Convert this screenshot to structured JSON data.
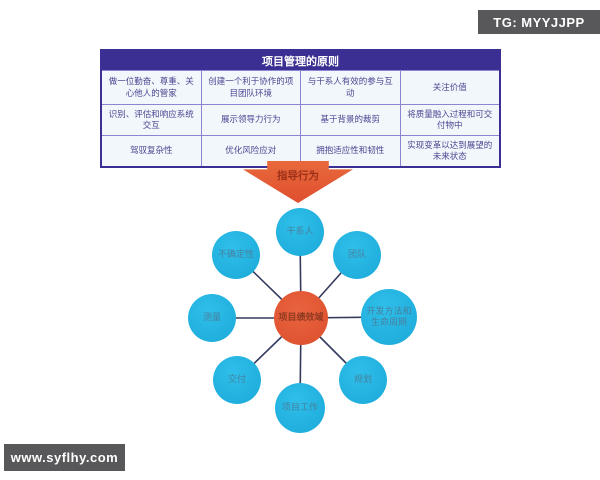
{
  "badges": {
    "tg": "TG: MYYJJPP",
    "site": "www.syflhy.com"
  },
  "principles_table": {
    "title": "项目管理的原则",
    "rows": [
      [
        "做一位勤奋、尊重、关心他人的管家",
        "创建一个利于协作的项目团队环境",
        "与干系人有效的参与互动",
        "关注价值"
      ],
      [
        "识别、评估和响应系统交互",
        "展示领导力行为",
        "基于背景的裁剪",
        "将质量融入过程和可交付物中"
      ],
      [
        "驾驭复杂性",
        "优化风险应对",
        "拥抱适应性和韧性",
        "实现变革以达到展望的未来状态"
      ]
    ]
  },
  "arrow": {
    "label": "指导行为"
  },
  "performance_domains": {
    "center": "项目绩效域",
    "nodes": [
      {
        "id": "stakeholders",
        "label": "干系人"
      },
      {
        "id": "team",
        "label": "团队"
      },
      {
        "id": "development-approach-lifecycle",
        "label": "开发方法和生命周期"
      },
      {
        "id": "planning",
        "label": "规划"
      },
      {
        "id": "project-work",
        "label": "项目工作"
      },
      {
        "id": "delivery",
        "label": "交付"
      },
      {
        "id": "measurement",
        "label": "测量"
      },
      {
        "id": "uncertainty",
        "label": "不确定性"
      }
    ]
  },
  "colors": {
    "table_header": "#3b2f93",
    "table_cell_bg": "#f2f7fc",
    "table_text": "#4a4690",
    "arrow_orange": "#e04f2e",
    "node_cyan": "#1fb0de",
    "hub_orange": "#e0583a",
    "spoke_line": "#333a5e",
    "badge_gray": "#58585a"
  }
}
